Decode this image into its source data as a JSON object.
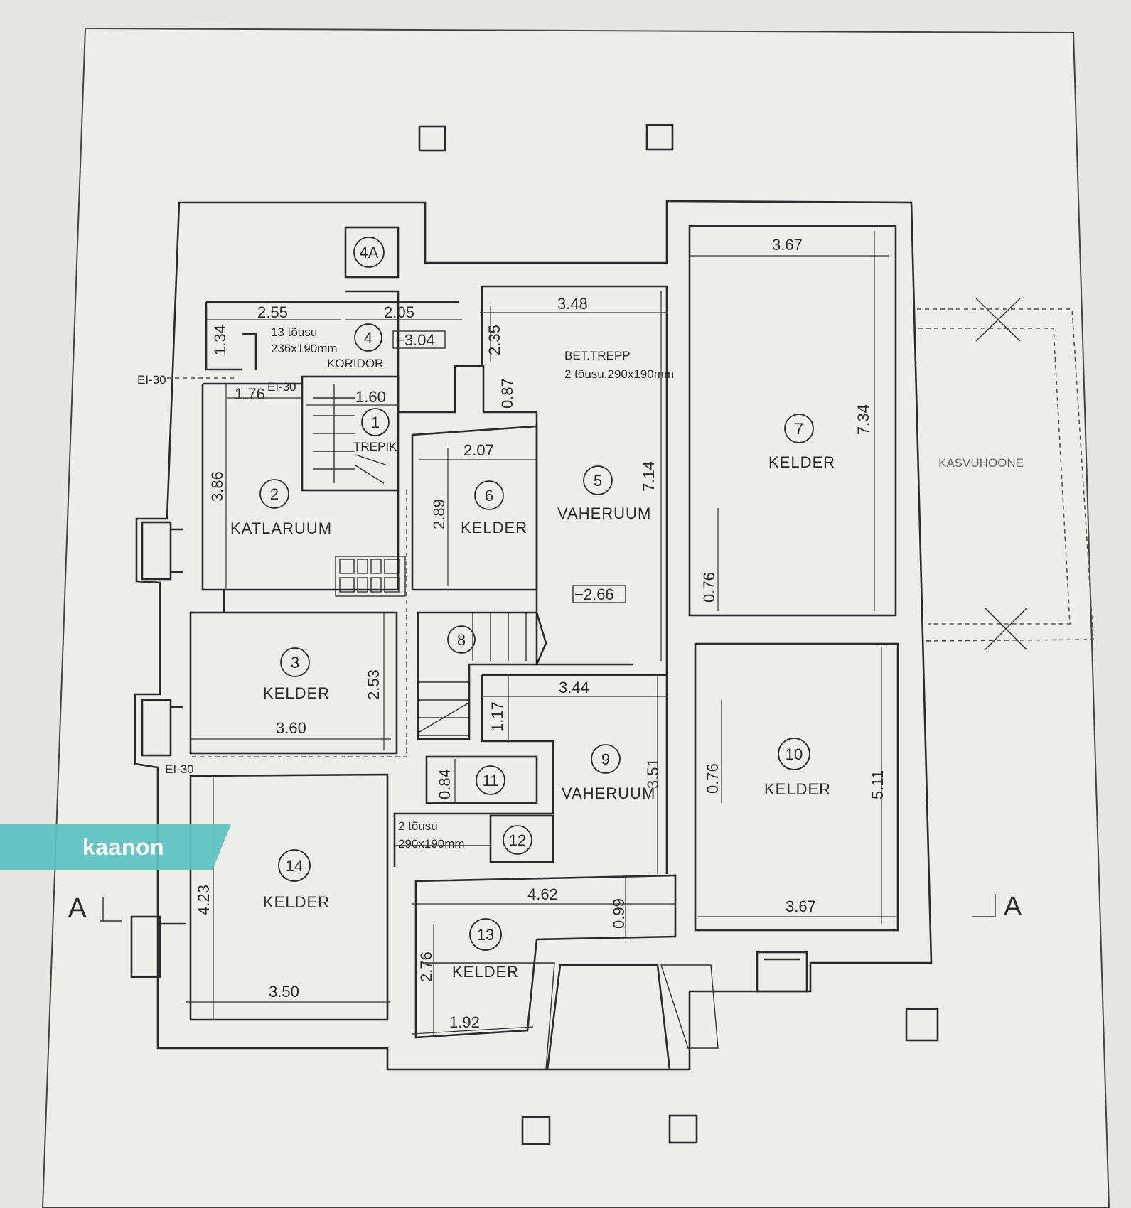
{
  "logo": {
    "text": "kaanon",
    "color": "#5bc3c3"
  },
  "rooms": {
    "r1": {
      "num": "1",
      "name": "TREPIK"
    },
    "r2": {
      "num": "2",
      "name": "KATLARUUM"
    },
    "r3": {
      "num": "3",
      "name": "KELDER"
    },
    "r4": {
      "num": "4",
      "name": "KORIDOR"
    },
    "r4a": {
      "num": "4A"
    },
    "r5": {
      "num": "5",
      "name": "VAHERUUM"
    },
    "r6": {
      "num": "6",
      "name": "KELDER"
    },
    "r7": {
      "num": "7",
      "name": "KELDER"
    },
    "r8": {
      "num": "8"
    },
    "r9": {
      "num": "9",
      "name": "VAHERUUM"
    },
    "r10": {
      "num": "10",
      "name": "KELDER"
    },
    "r11": {
      "num": "11"
    },
    "r12": {
      "num": "12"
    },
    "r13": {
      "num": "13",
      "name": "KELDER"
    },
    "r14": {
      "num": "14",
      "name": "KELDER"
    },
    "greenhouse": {
      "name": "KASVUHOONE"
    }
  },
  "dims": {
    "d255": "2.55",
    "d205": "2.05",
    "d134": "1.34",
    "d176": "1.76",
    "d160": "1.60",
    "d348": "3.48",
    "d235": "2.35",
    "d087": "0.87",
    "d367a": "3.67",
    "d734": "7.34",
    "d207": "2.07",
    "d289": "2.89",
    "d386": "3.86",
    "d714": "7.14",
    "d076a": "0.76",
    "d253": "2.53",
    "d360": "3.60",
    "d344": "3.44",
    "d117": "1.17",
    "d351": "3.51",
    "d076b": "0.76",
    "d511": "5.11",
    "d084": "0.84",
    "d423": "4.23",
    "d350": "3.50",
    "d462": "4.62",
    "d099": "0.99",
    "d276": "2.76",
    "d192": "1.92",
    "d367b": "3.67"
  },
  "levels": {
    "l304": "−3.04",
    "l266": "−2.66"
  },
  "notes": {
    "stair13a": "13 tõusu",
    "stair13b": "236x190mm",
    "bettrepp_a": "BET.TREPP",
    "bettrepp_b": "2 tõusu,290x190mm",
    "stair2a": "2 tõusu",
    "stair2b": "290x190mm",
    "ei30a": "EI-30",
    "ei30b": "EI-30",
    "ei30c": "EI-30"
  },
  "section": {
    "left": "A",
    "right": "A"
  }
}
